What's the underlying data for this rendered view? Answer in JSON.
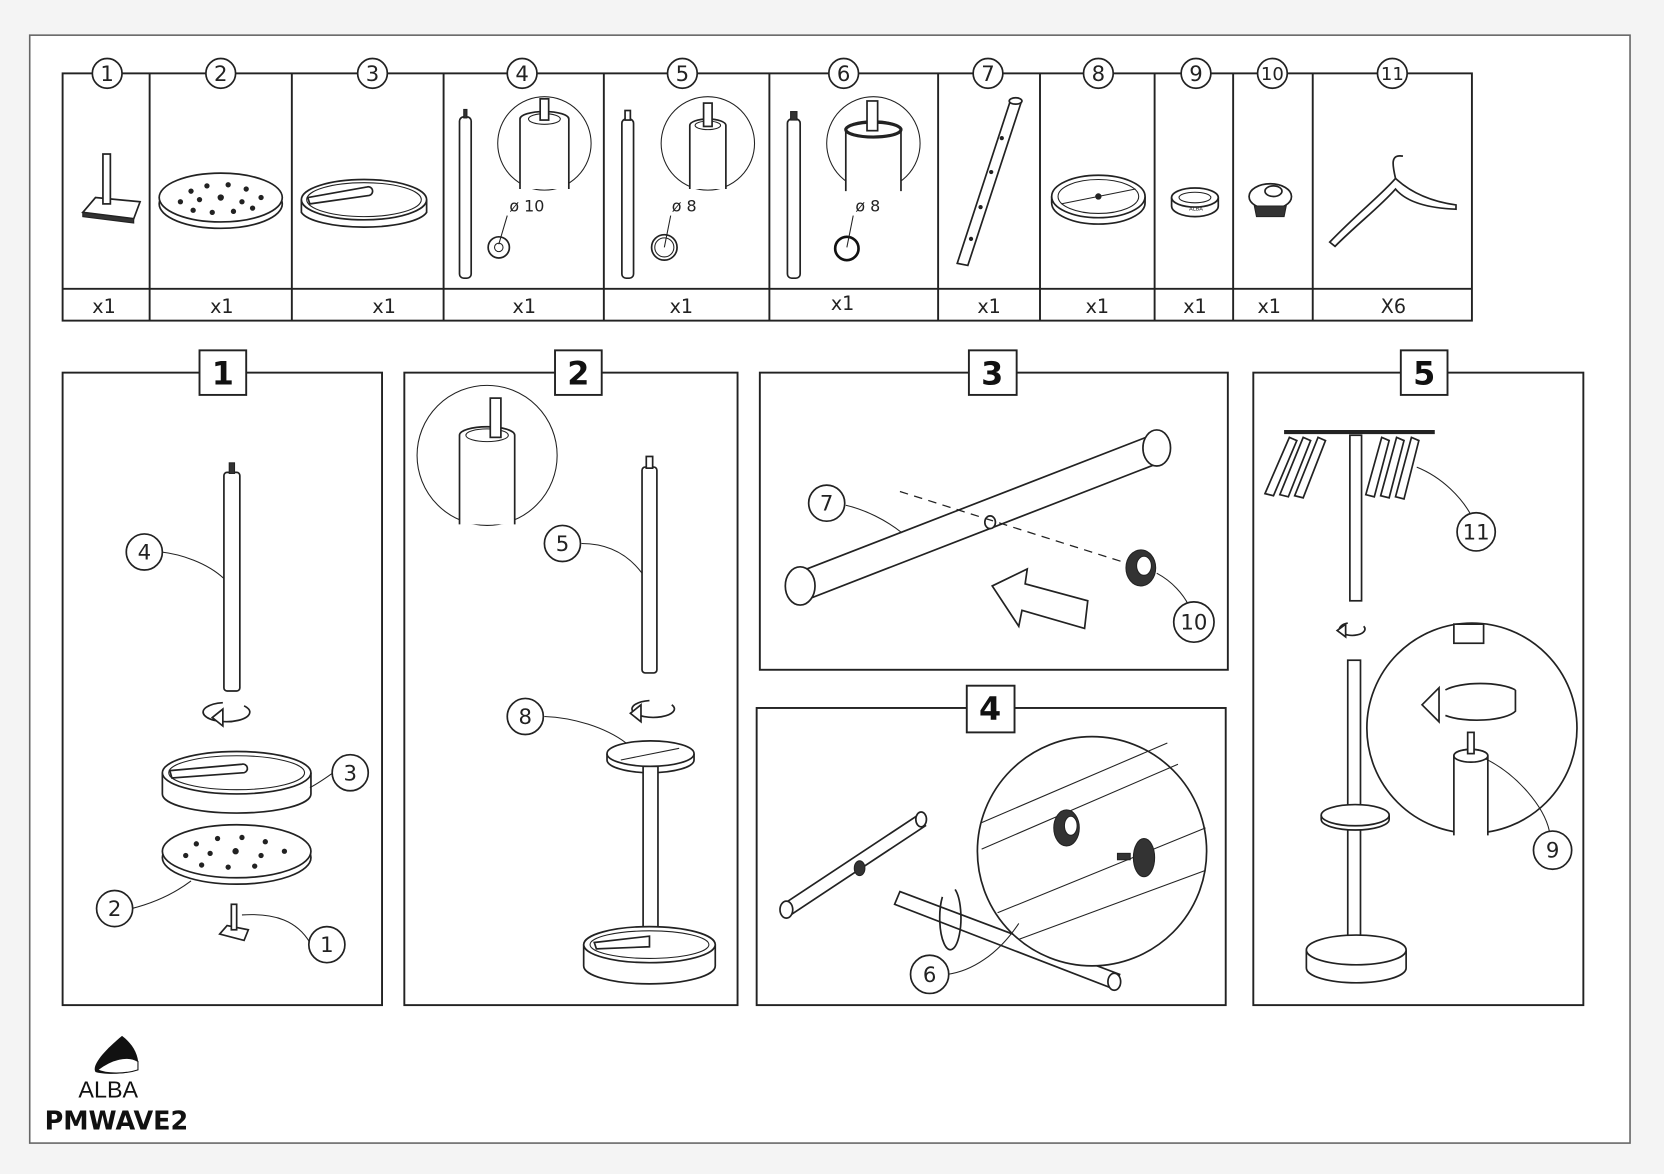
{
  "parts": [
    {
      "number": "1",
      "qty": "x1"
    },
    {
      "number": "2",
      "qty": "x1"
    },
    {
      "number": "3",
      "qty": "x1"
    },
    {
      "number": "4",
      "qty": "x1",
      "diameter": "ø 10"
    },
    {
      "number": "5",
      "qty": "x1",
      "diameter": "ø 8"
    },
    {
      "number": "6",
      "qty": "x1",
      "diameter": "ø 8"
    },
    {
      "number": "7",
      "qty": "x1"
    },
    {
      "number": "8",
      "qty": "x1"
    },
    {
      "number": "9",
      "qty": "x1"
    },
    {
      "number": "10",
      "qty": "x1"
    },
    {
      "number": "11",
      "qty": "X6"
    }
  ],
  "steps": [
    {
      "number": "1",
      "callouts": [
        "4",
        "3",
        "2",
        "1"
      ]
    },
    {
      "number": "2",
      "callouts": [
        "5",
        "8"
      ]
    },
    {
      "number": "3",
      "callouts": [
        "7",
        "10"
      ]
    },
    {
      "number": "4",
      "callouts": [
        "6"
      ]
    },
    {
      "number": "5",
      "callouts": [
        "11",
        "9"
      ]
    }
  ],
  "brand": {
    "logo_text": "ALBA",
    "model": "PMWAVE2"
  }
}
